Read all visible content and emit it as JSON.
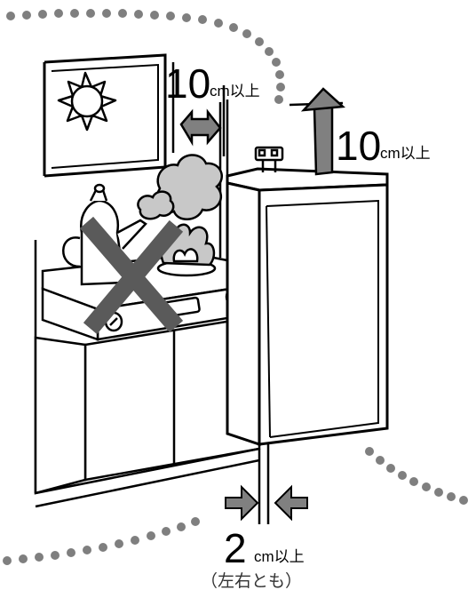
{
  "labels": {
    "window_clearance_num": "10",
    "window_clearance_unit": "cm以上",
    "top_clearance_num": "10",
    "top_clearance_unit": "cm以上",
    "side_clearance_num": "2",
    "side_clearance_unit": "cm以上",
    "side_clearance_note": "（左右とも）"
  },
  "colors": {
    "line": "#000000",
    "arrow_fill": "#808080",
    "cross": "#5a5a5a",
    "dots": "#7f7f7f",
    "steam": "#c8c8c8"
  }
}
